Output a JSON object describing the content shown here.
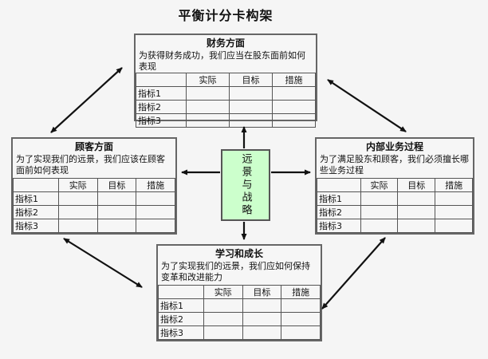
{
  "page": {
    "title": "平衡计分卡构架",
    "background": "#f5f5f5"
  },
  "center": {
    "label": "远景与战略",
    "fill": "#ccffcc"
  },
  "panels": {
    "financial": {
      "title": "财务方面",
      "description": "为获得财务成功，我们应当在股东面前如何表现",
      "table": {
        "columns": [
          "实际",
          "目标",
          "措施"
        ],
        "rows": [
          "指标1",
          "指标2",
          "指标3"
        ]
      }
    },
    "customer": {
      "title": "顾客方面",
      "description": "为了实现我们的远景，我们应该在顾客面前如何表现",
      "table": {
        "columns": [
          "实际",
          "目标",
          "措施"
        ],
        "rows": [
          "指标1",
          "指标2",
          "指标3"
        ]
      }
    },
    "internal": {
      "title": "内部业务过程",
      "description": "为了满足股东和顾客，我们必须擅长哪些业务过程",
      "table": {
        "columns": [
          "实际",
          "目标",
          "措施"
        ],
        "rows": [
          "指标1",
          "指标2",
          "指标3"
        ]
      }
    },
    "learning": {
      "title": "学习和成长",
      "description": "为了实现我们的远景，我们应如何保持变革和改进能力",
      "table": {
        "columns": [
          "实际",
          "目标",
          "措施"
        ],
        "rows": [
          "指标1",
          "指标2",
          "指标3"
        ]
      }
    }
  }
}
